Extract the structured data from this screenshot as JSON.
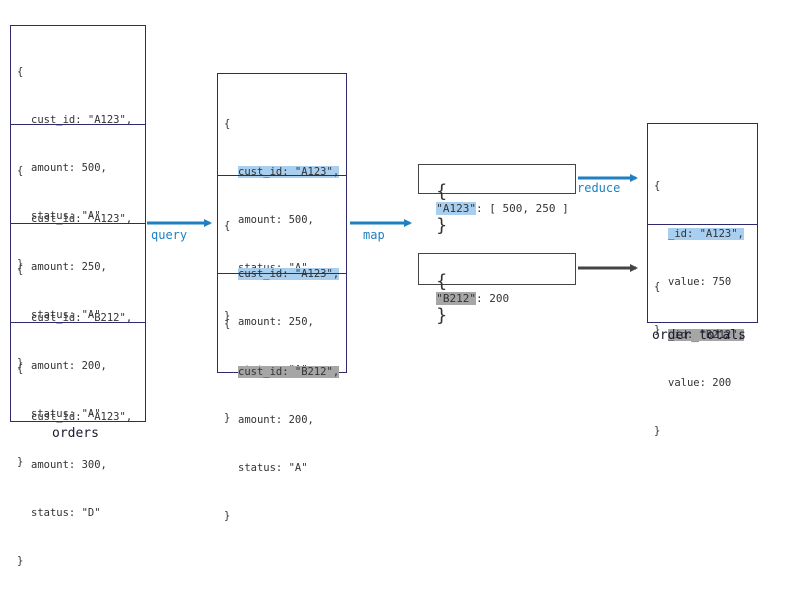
{
  "orders": {
    "label": "orders",
    "docs": [
      {
        "open": "{",
        "cust_id": "cust_id: \"A123\",",
        "amount": "amount: 500,",
        "status": "status: \"A\"",
        "close": "}"
      },
      {
        "open": "{",
        "cust_id": "cust_id: \"A123\",",
        "amount": "amount: 250,",
        "status": "status: \"A\"",
        "close": "}"
      },
      {
        "open": "{",
        "cust_id": "cust_id: \"B212\",",
        "amount": "amount: 200,",
        "status": "status: \"A\"",
        "close": "}"
      },
      {
        "open": "{",
        "cust_id": "cust_id: \"A123\",",
        "amount": "amount: 300,",
        "status": "status: \"D\"",
        "close": "}"
      }
    ]
  },
  "query": {
    "label": "query",
    "docs": [
      {
        "open": "{",
        "cust_id": "cust_id: \"A123\",",
        "amount": "amount: 500,",
        "status": "status: \"A\"",
        "close": "}"
      },
      {
        "open": "{",
        "cust_id": "cust_id: \"A123\",",
        "amount": "amount: 250,",
        "status": "status: \"A\"",
        "close": "}"
      },
      {
        "open": "{",
        "cust_id": "cust_id: \"B212\",",
        "amount": "amount: 200,",
        "status": "status: \"A\"",
        "close": "}"
      }
    ]
  },
  "map": {
    "label": "map",
    "a123": {
      "key": "\"A123\"",
      "rest": ": [ 500, 250 ]"
    },
    "b212": {
      "key": "\"B212\"",
      "rest": ": 200"
    },
    "brace_open": "{",
    "brace_close": "}"
  },
  "reduce": {
    "label": "reduce"
  },
  "order_totals": {
    "label": "order_totals",
    "docs": [
      {
        "open": "{",
        "id": "_id: \"A123\",",
        "value": "value: 750",
        "close": "}"
      },
      {
        "open": "{",
        "id": "_id: \"B212\",",
        "value": "value: 200",
        "close": "}"
      }
    ]
  },
  "colors": {
    "border": "#2e2a6b",
    "blue_arrow": "#1f7fc0",
    "gray_arrow": "#444444",
    "highlight_blue": "#a9cff0",
    "highlight_gray": "#a6a6a6"
  }
}
